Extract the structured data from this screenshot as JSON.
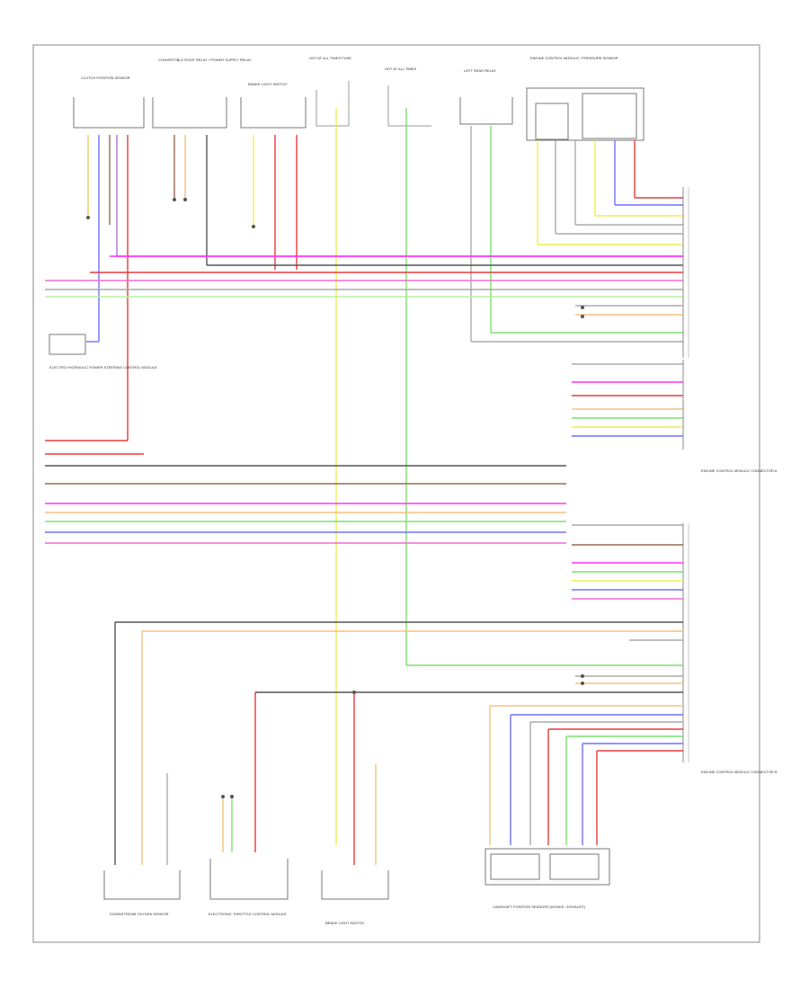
{
  "diagram": {
    "frame_tag": "",
    "components": [
      {
        "id": "clutch_position_sensor",
        "label": "CLUTCH POSITION SENSOR"
      },
      {
        "id": "cruise_relay_top",
        "label": "CONVERTIBLE ROOF RELAY / POWER SUPPLY RELAY"
      },
      {
        "id": "brake_light_switch_top",
        "label": "BRAKE LIGHT SWITCH"
      },
      {
        "id": "hot_at_all_times_1",
        "label": "HOT AT ALL TIMES FUSE"
      },
      {
        "id": "hot_at_all_times_2",
        "label": "HOT AT ALL TIMES"
      },
      {
        "id": "left_rear_relay",
        "label": "LEFT REAR RELAY"
      },
      {
        "id": "engine_control_module_top",
        "label": "ENGINE CONTROL MODULE / PRESSURE SENSOR"
      },
      {
        "id": "electro_hydraulic_module",
        "label": "ELECTRO HYDRAULIC POWER STEERING CONTROL MODULE"
      },
      {
        "id": "ecm_connector_a",
        "label": "ENGINE CONTROL MODULE CONNECTOR A"
      },
      {
        "id": "ecm_connector_b",
        "label": "ENGINE CONTROL MODULE CONNECTOR B"
      },
      {
        "id": "downstream_sensor",
        "label": "DOWNSTREAM OXYGEN SENSOR"
      },
      {
        "id": "electronic_throttle",
        "label": "ELECTRONIC THROTTLE CONTROL MODULE"
      },
      {
        "id": "brake_light_switch_bottom",
        "label": "BRAKE LIGHT SWITCH"
      },
      {
        "id": "camshaft_position_sensors",
        "label": "CAMSHAFT POSITION SENSORS (INTAKE / EXHAUST)"
      }
    ],
    "wire_colors": {
      "black": "#555555",
      "red": "#e83a3a",
      "pink": "#f06bd0",
      "magenta": "#ff30ff",
      "blue": "#7070ff",
      "green": "#7ce06e",
      "yellow": "#eeee55",
      "orange": "#f5c080",
      "brown": "#9a6a4a",
      "grey": "#aaaaaa",
      "violet": "#b070e0",
      "lightgreen": "#b8f0a0"
    }
  }
}
